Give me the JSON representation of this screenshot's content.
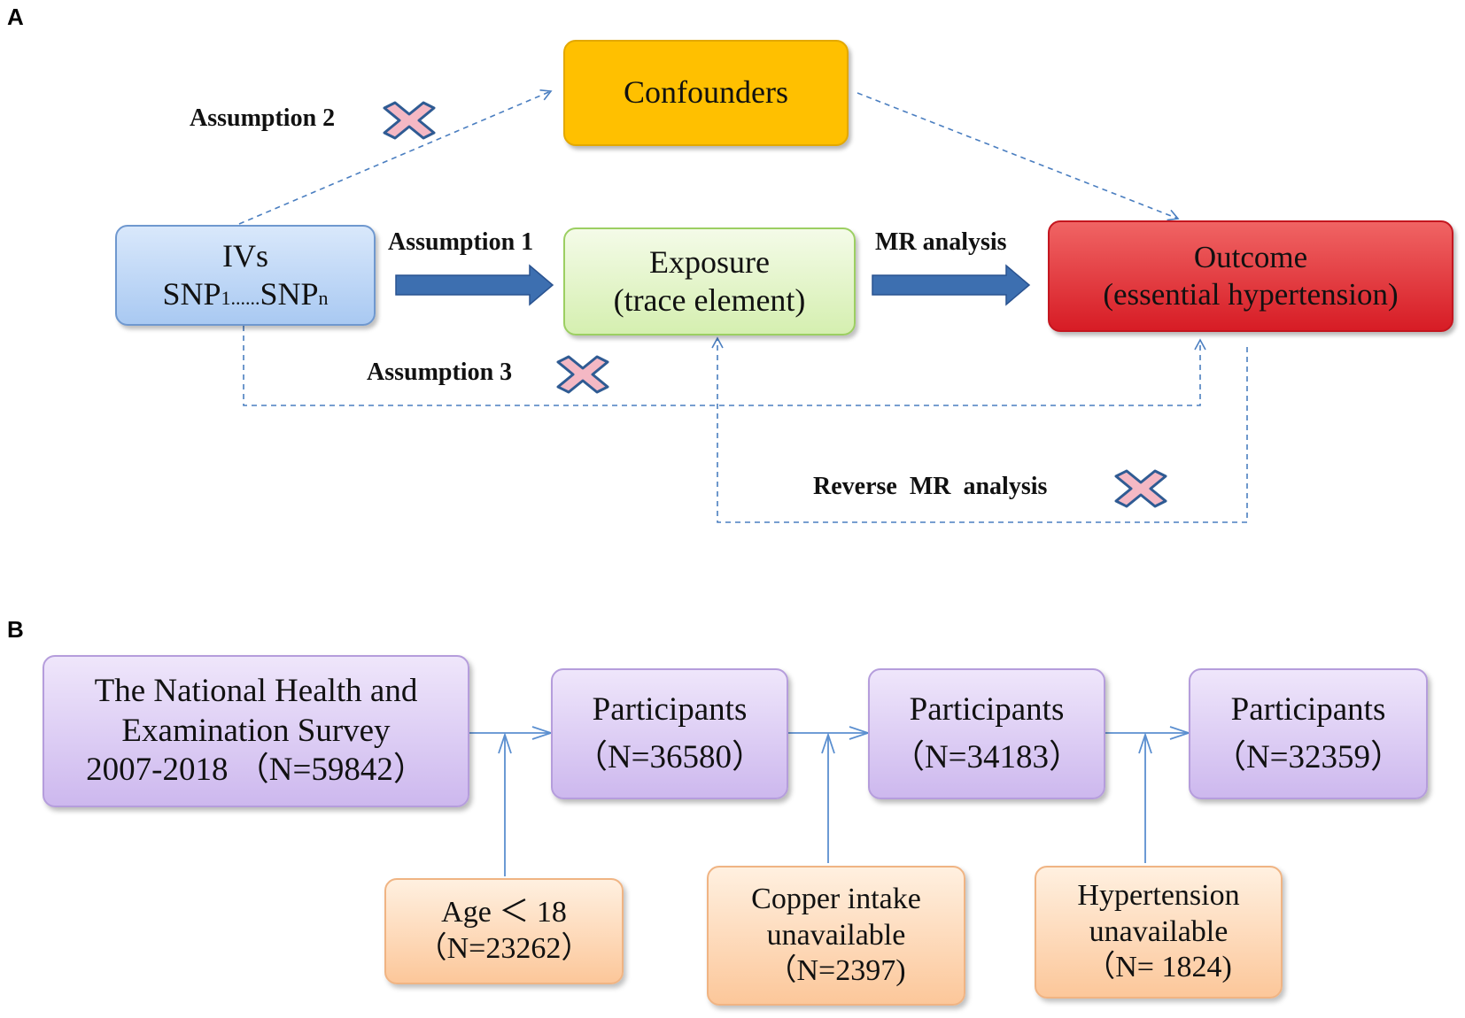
{
  "panel_a": {
    "label": "A",
    "confounders": "Confounders",
    "ivs": {
      "line1": "IVs",
      "snp_start": "SNP",
      "snp_start_sub": "1",
      "dots": "......",
      "snp_end": "SNP",
      "snp_end_sub": "n"
    },
    "exposure": {
      "line1": "Exposure",
      "line2": "(trace element)"
    },
    "outcome": {
      "line1": "Outcome",
      "line2": "(essential hypertension)"
    },
    "assumption1": "Assumption 1",
    "assumption2": "Assumption 2",
    "assumption3": "Assumption 3",
    "mr_analysis": "MR analysis",
    "reverse_mr": "Reverse  MR  analysis",
    "colors": {
      "dashed_line": "#4a7ec0",
      "solid_arrow": "#3d6fb0",
      "cross_fill": "#f4b8c4",
      "cross_stroke": "#2f5b93"
    }
  },
  "panel_b": {
    "label": "B",
    "survey": {
      "line1": "The National Health and",
      "line2": "Examination Survey",
      "line3": "2007-2018 （N=59842）"
    },
    "participants": [
      {
        "line1": "Participants",
        "line2": "（N=36580）"
      },
      {
        "line1": "Participants",
        "line2": "（N=34183）"
      },
      {
        "line1": "Participants",
        "line2": "（N=32359）"
      }
    ],
    "exclusions": [
      {
        "line1": "Age ＜ 18",
        "line2": "（N=23262）"
      },
      {
        "line1": "Copper intake",
        "line2": "unavailable",
        "line3": "（N=2397)"
      },
      {
        "line1": "Hypertension",
        "line2": "unavailable",
        "line3": "（N= 1824)"
      }
    ]
  }
}
